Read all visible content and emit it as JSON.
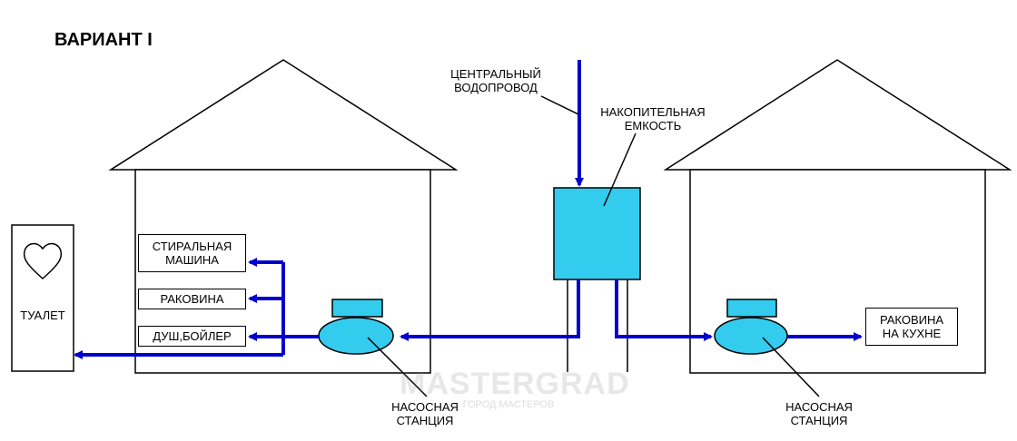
{
  "title": "ВАРИАНТ I",
  "labels": {
    "central_water": "ЦЕНТРАЛЬНЫЙ\nВОДОПРОВОД",
    "storage_tank": "НАКОПИТЕЛЬНАЯ\nЕМКОСТЬ",
    "pump_left": "НАСОСНАЯ\nСТАНЦИЯ",
    "pump_right": "НАСОСНАЯ\nСТАНЦИЯ",
    "toilet": "ТУАЛЕТ",
    "washing_machine": "СТИРАЛЬНАЯ\nМАШИНА",
    "sink": "РАКОВИНА",
    "shower_boiler": "ДУШ,БОЙЛЕР",
    "kitchen_sink": "РАКОВИНА\nНА КУХНЕ"
  },
  "watermark": {
    "main": "MASTERGRAD",
    "sub": "ГОРОД МАСТЕРОВ"
  },
  "colors": {
    "pipe": "#0000cc",
    "equipment_fill": "#33ccee",
    "line": "#000000"
  },
  "icons": {
    "toilet": "heart-icon"
  }
}
